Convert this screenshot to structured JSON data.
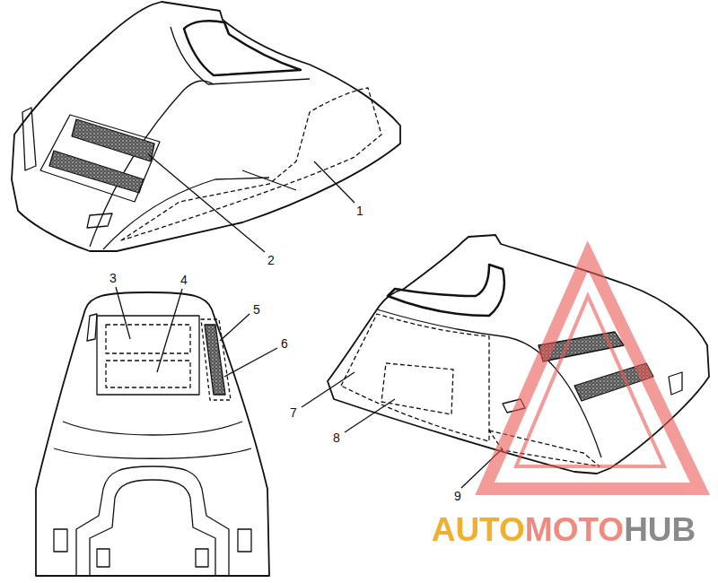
{
  "diagram": {
    "labels": [
      "1",
      "2",
      "3",
      "4",
      "5",
      "6",
      "7",
      "8",
      "9",
      "AUTOMOTOHUB"
    ]
  }
}
